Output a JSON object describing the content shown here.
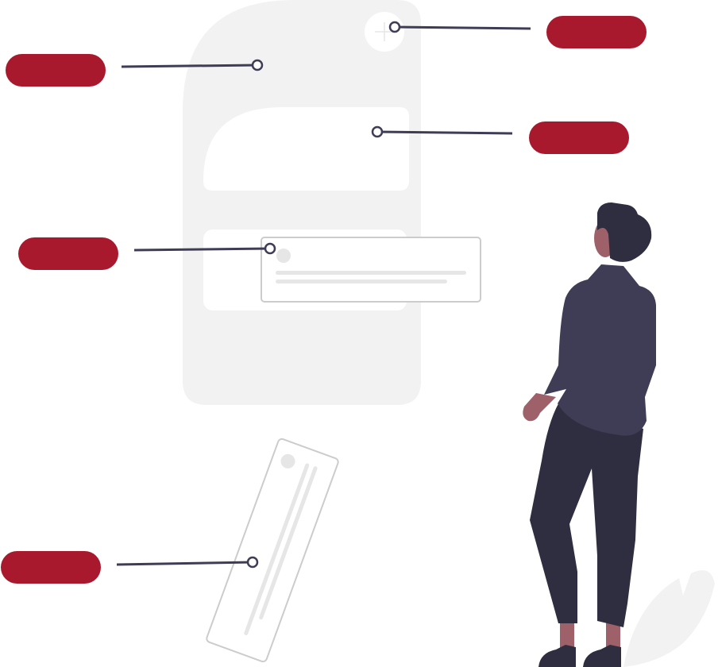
{
  "colors": {
    "accent": "#a8192e",
    "line": "#3f3d56",
    "phone": "#f2f2f2",
    "card": "#ffffff",
    "border": "#cccccc",
    "placeholder": "#e6e6e6",
    "shirt": "#3f3d56",
    "pants": "#2f2e41",
    "skin": "#9e616a"
  },
  "callouts": [
    {
      "id": "plus-button"
    },
    {
      "id": "header"
    },
    {
      "id": "hero-card"
    },
    {
      "id": "list-card"
    },
    {
      "id": "detached-card"
    }
  ]
}
